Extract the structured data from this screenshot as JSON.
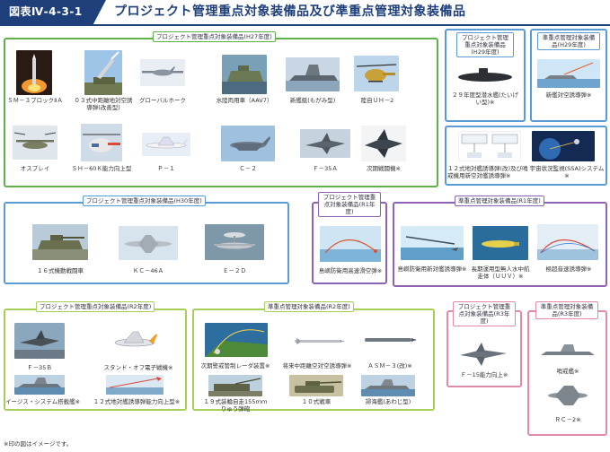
{
  "header": {
    "figure_number": "図表Ⅳ-4-3-1",
    "title": "プロジェクト管理重点対象装備品及び準重点管理対象装備品"
  },
  "sections": {
    "h27": {
      "title": "プロジェクト管理重点対象装備品(H27年度)",
      "items": [
        "ＳＭ－３ブロックⅡＡ",
        "０３式中距離地対空誘導弾(改善型)",
        "グローバルホーク",
        "水陸両用車（AAV7）",
        "新艦艇(もがみ型)",
        "陸自ＵＨ－2",
        "オスプレイ",
        "ＳＨ－60Ｋ能力向上型",
        "Ｐ－１",
        "Ｃ－２",
        "Ｆ－35Ａ",
        "次期戦闘機※"
      ]
    },
    "h29": {
      "title": "プロジェクト管理重点対象装備品(H29年度)",
      "items": [
        "２９年度型潜水艦(たいげい型)※"
      ]
    },
    "h29_semi": {
      "title": "準重点管理対象装備品(H29年度)",
      "items": [
        "新艦対空誘導弾※"
      ]
    },
    "h29_extra": {
      "items": [
        "１２式地対艦誘導弾(改)及び哨戒機用新空対艦誘導弾※",
        "宇宙状況監視(SSA)システム※"
      ]
    },
    "h30": {
      "title": "プロジェクト管理重点対象装備品(H30年度)",
      "items": [
        "１６式機動戦闘車",
        "ＫＣ－46Ａ",
        "Ｅ－２Ｄ"
      ]
    },
    "r1": {
      "title": "プロジェクト管理重点対象装備品(R1年度)",
      "items": [
        "島嶼防衛用高速滑空弾※"
      ]
    },
    "r1_semi": {
      "title": "準重点管理対象装備品(R1年度)",
      "items": [
        "島嶼防衛用新対艦誘導弾※",
        "長期運用型無人水中航走体（ＵＵＶ）※",
        "極超音速誘導弾※"
      ]
    },
    "r2": {
      "title": "プロジェクト管理重点対象装備品(R2年度)",
      "items": [
        "Ｆ－35Ｂ",
        "スタンド・オフ電子戦機※",
        "イージス・システム搭載艦※",
        "１２式地対艦誘導弾能力向上型※"
      ]
    },
    "r2_semi": {
      "title": "準重点管理対象装備品(R2年度)",
      "items": [
        "次期警戒管制レーダ装置※",
        "将来中距離空対空誘導弾※",
        "ＡＳＭ－３(改)※",
        "１９式装輪自走155ｍｍりゅう弾砲",
        "１０式戦車",
        "掃海艦(あわじ型)"
      ]
    },
    "r3": {
      "title": "プロジェクト管理重点対象装備品(R3年度)",
      "items": [
        "Ｆ－15能力向上※"
      ]
    },
    "r3_semi": {
      "title": "準重点管理対象装備品(R3年度)",
      "items": [
        "哨戒艦※",
        "ＲＣ－2※"
      ]
    }
  },
  "footnote": "※印の図はイメージです。"
}
